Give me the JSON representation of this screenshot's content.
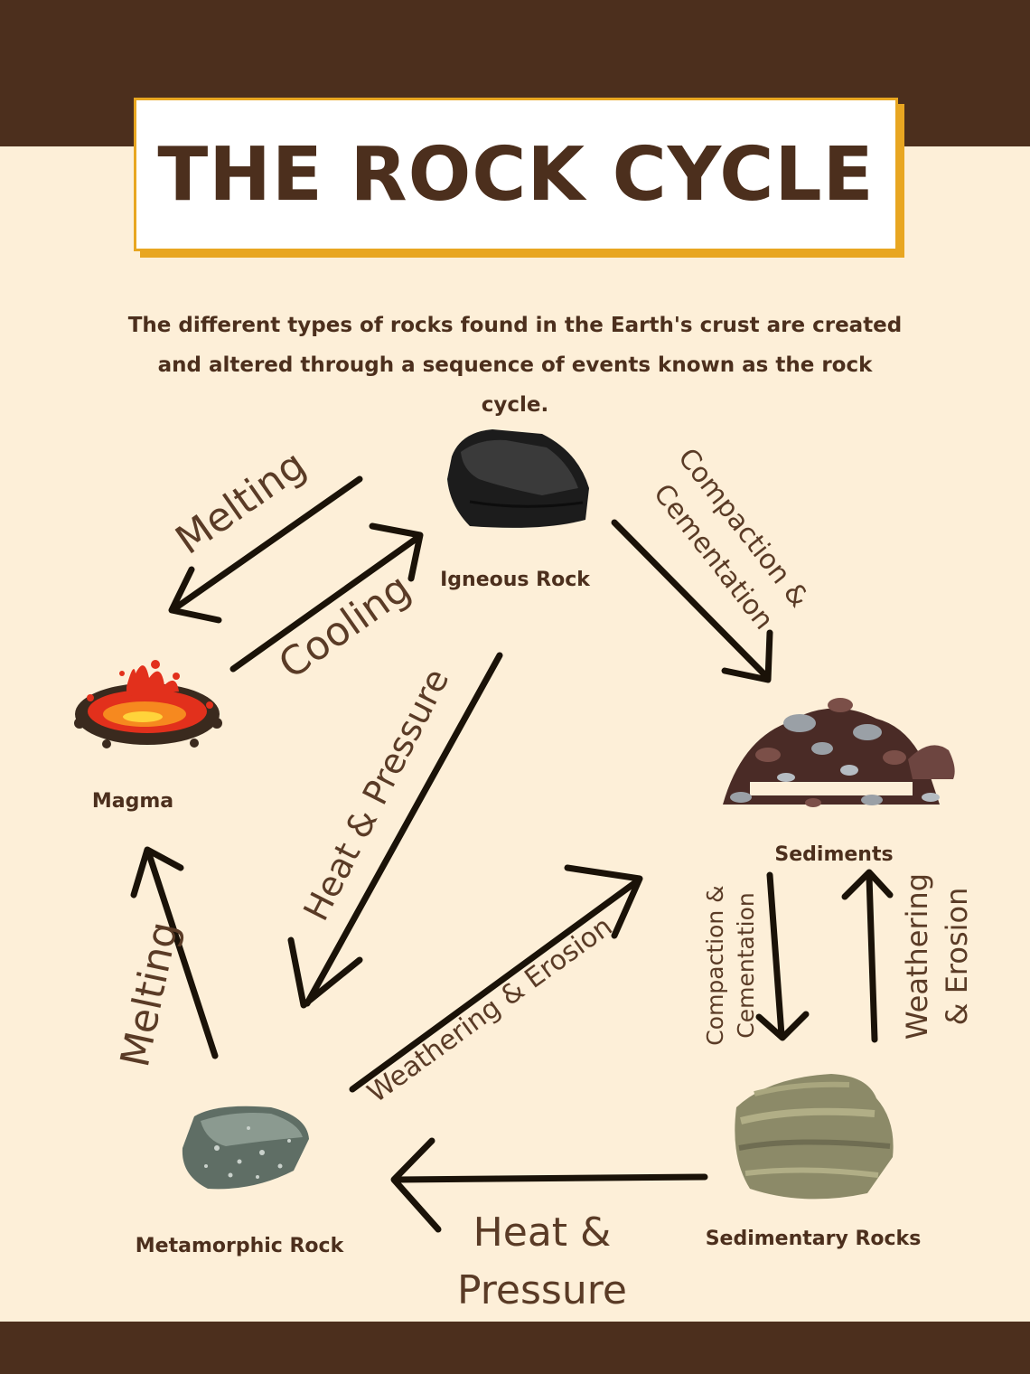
{
  "title": "THE ROCK CYCLE",
  "intro_lines": [
    "The different types of rocks found in the Earth's crust are created",
    "and altered through a sequence of events known as the rock cycle."
  ],
  "nodes": {
    "igneous": "Igneous Rock",
    "magma": "Magma",
    "sediments": "Sediments",
    "metamorphic": "Metamorphic Rock",
    "sedimentary": "Sedimentary Rocks"
  },
  "processes": {
    "melting_top": "Melting",
    "cooling": "Cooling",
    "compaction_top_1": "Compaction &",
    "compaction_top_2": "Cementation",
    "heat_pressure_diag": "Heat & Pressure",
    "weathering_diag": "Weathering & Erosion",
    "melting_left": "Melting",
    "compaction_right_1": "Compaction &",
    "compaction_right_2": "Cementation",
    "weathering_right_1": "Weathering",
    "weathering_right_2": "& Erosion",
    "heat_pressure_bottom_1": "Heat &",
    "heat_pressure_bottom_2": "Pressure"
  },
  "colors": {
    "brand_brown": "#4c2f1d",
    "accent_gold": "#e8a621",
    "background": "#fdefd8"
  }
}
